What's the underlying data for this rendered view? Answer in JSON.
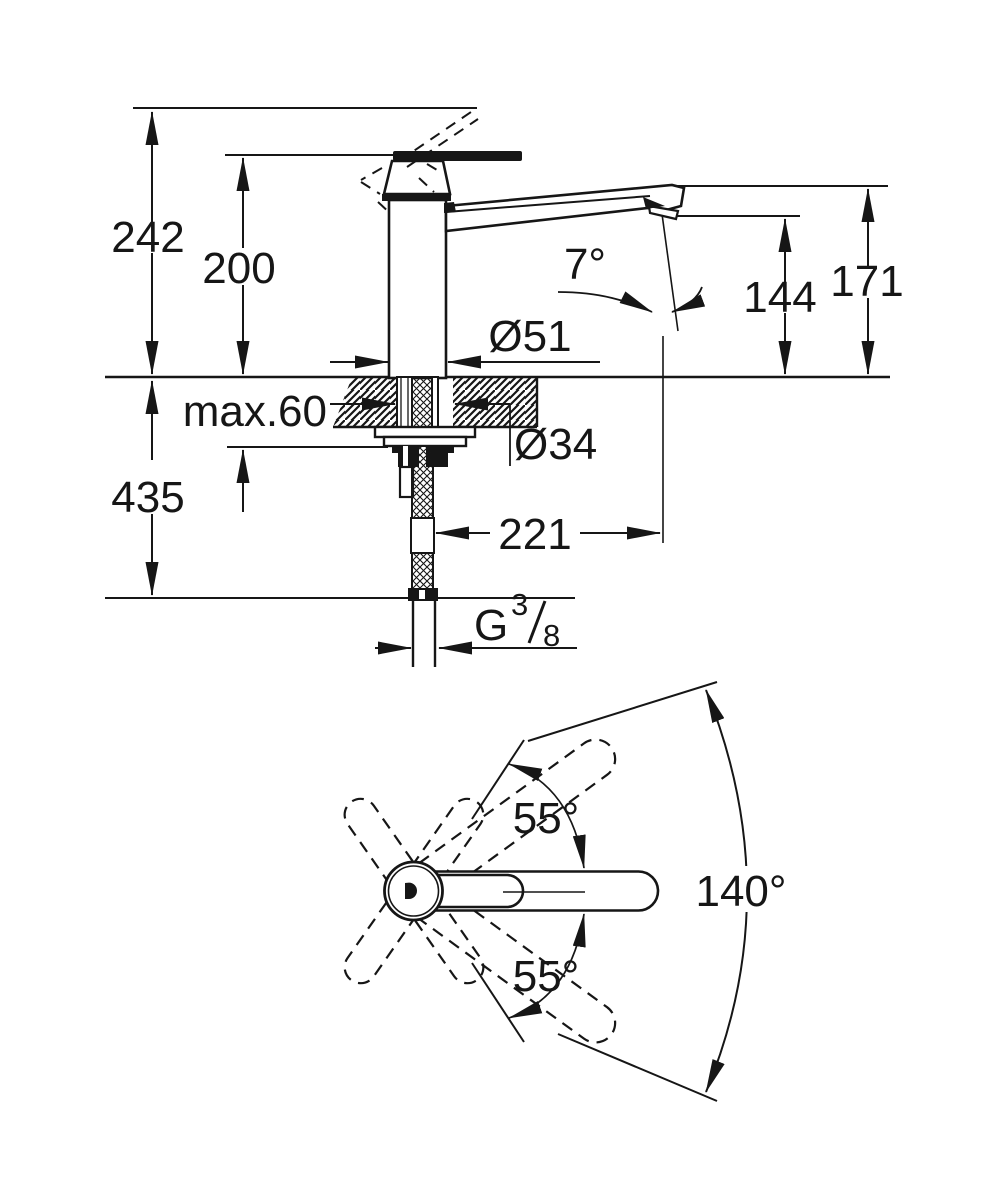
{
  "drawing": {
    "ink_color": "#161616",
    "background_color": "#ffffff",
    "side_view": {
      "labels": {
        "overall_height": "242",
        "body_height": "200",
        "spout_top_height": "171",
        "outlet_height": "144",
        "stream_angle": "7°",
        "base_diameter": "Ø51",
        "deck_thickness_max": "max.60",
        "hole_diameter": "Ø34",
        "below_deck_depth": "435",
        "spout_projection": "221",
        "thread_prefix": "G",
        "thread_numerator": "3",
        "thread_slash": "/",
        "thread_denominator": "8"
      }
    },
    "top_view": {
      "labels": {
        "swivel_upper": "55°",
        "swivel_lower": "55°",
        "swivel_range": "140°"
      }
    }
  }
}
